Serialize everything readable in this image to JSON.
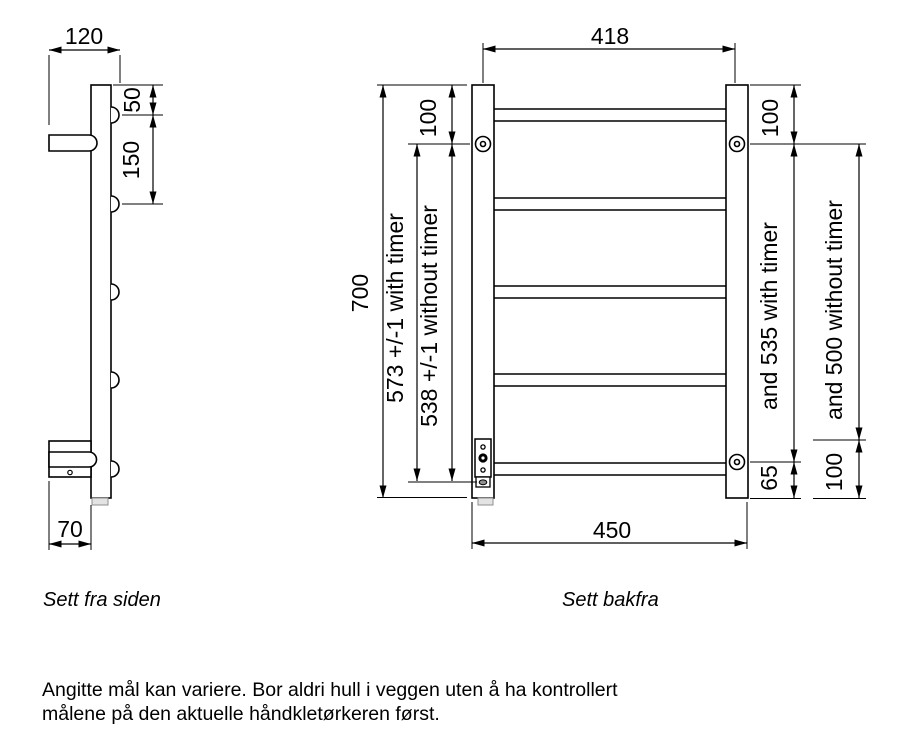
{
  "side_view": {
    "caption": "Sett fra siden",
    "dims": {
      "depth": "120",
      "top_to_first_rung": "50",
      "rung_spacing": "150",
      "bottom_box_depth": "70"
    }
  },
  "back_view": {
    "caption": "Sett bakfra",
    "dims": {
      "screw_span_horizontal": "418",
      "total_height": "700",
      "left_top_to_screw": "100",
      "screw_to_bottom_with_timer": "573 +/-1 with timer",
      "screw_to_bottom_without_timer": "538 +/-1 without timer",
      "right_top_to_screw": "100",
      "right_bottom_with_timer": "65",
      "right_span_with_timer": "and 535 with timer",
      "right_bottom_without_timer": "100",
      "right_span_without_timer": "and 500 without timer",
      "total_width": "450"
    }
  },
  "footnote": {
    "line1": "Angitte mål kan variere. Bor aldri hull i veggen uten å ha kontrollert",
    "line2": "målene på den aktuelle håndkletørkeren først."
  }
}
